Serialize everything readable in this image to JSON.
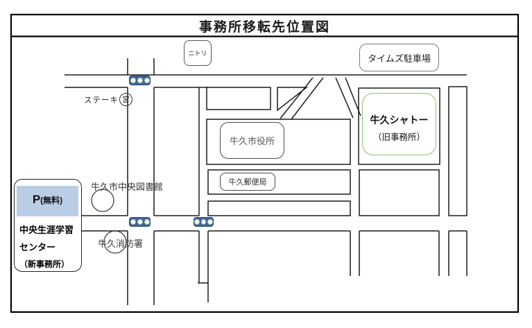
{
  "title": "事務所移転先位置図",
  "colors": {
    "road": "#1a1a1a",
    "traffic_light_body": "#44639f",
    "traffic_light_border": "#2a4676",
    "traffic_light_lamp": "#f4faf0",
    "traffic_light_lamp_border": "#a8c79c",
    "parking_fill": "#b9cde5",
    "chateau_border": "#8fbc73"
  },
  "icons": {
    "traffic_light": "three-lamp-signal"
  },
  "landmarks": {
    "nitori": "ニトリ",
    "times_parking": "タイムズ駐車場",
    "steak_miya": {
      "text": "ステーキ",
      "circled": "宮"
    },
    "city_hall": "牛久市役所",
    "post_office": "牛久郵便局",
    "library": "牛久市中央図書館",
    "fire_station": "牛久消防署",
    "chateau": {
      "name": "牛久シャトー",
      "note": "（旧事務所）"
    },
    "new_office": {
      "parking_p": "P",
      "parking_free": "(無料)",
      "lines": [
        "中央生涯学習",
        "センター",
        "（新事務所）"
      ]
    }
  }
}
